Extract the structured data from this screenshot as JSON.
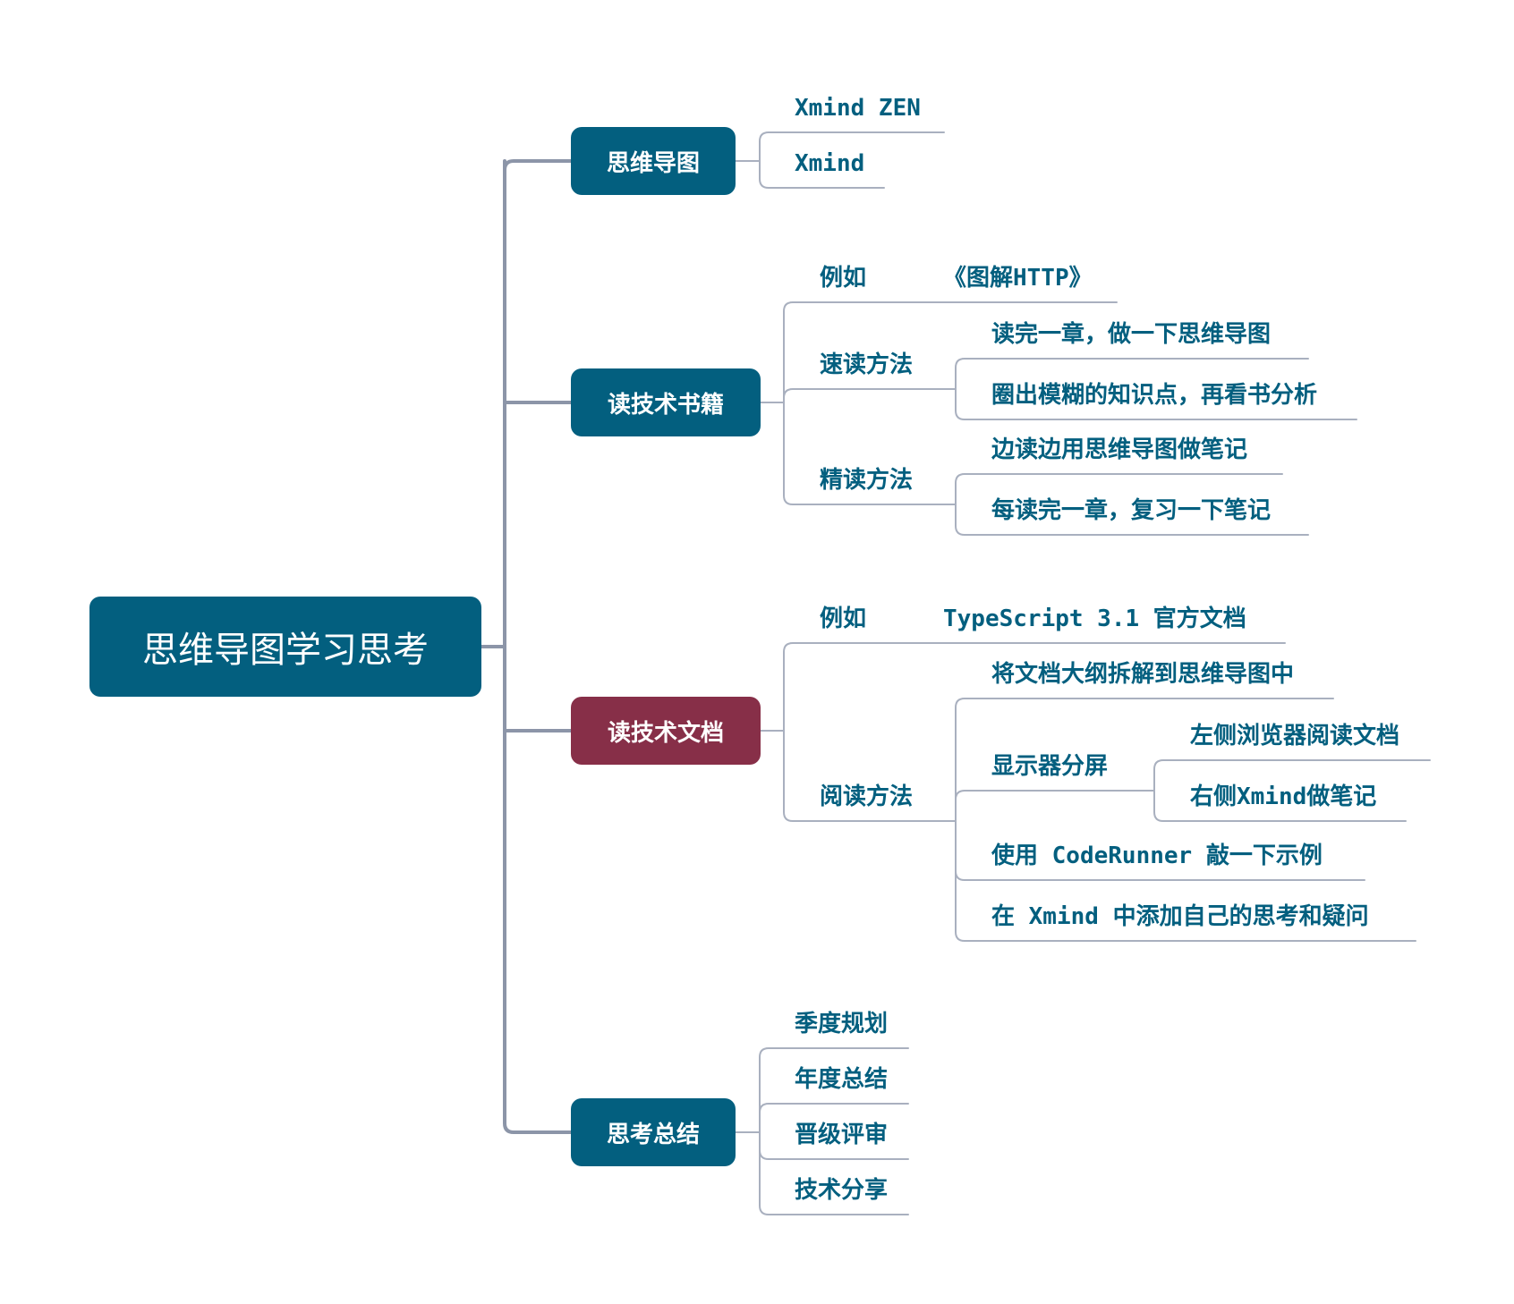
{
  "root": {
    "label": "思维导图学习思考"
  },
  "branches": [
    {
      "label": "思维导图",
      "children": [
        "Xmind ZEN",
        "Xmind"
      ]
    },
    {
      "label": "读技术书籍",
      "example": {
        "label": "例如",
        "value": "《图解HTTP》"
      },
      "speed_reading": {
        "label": "速读方法",
        "items": [
          "读完一章，做一下思维导图",
          "圈出模糊的知识点，再看书分析"
        ]
      },
      "close_reading": {
        "label": "精读方法",
        "items": [
          "边读边用思维导图做笔记",
          "每读完一章，复习一下笔记"
        ]
      }
    },
    {
      "label": "读技术文档",
      "example": {
        "label": "例如",
        "value": "TypeScript 3.1 官方文档"
      },
      "reading": {
        "label": "阅读方法",
        "item1": "将文档大纲拆解到思维导图中",
        "split": {
          "label": "显示器分屏",
          "items": [
            "左侧浏览器阅读文档",
            "右侧Xmind做笔记"
          ]
        },
        "item3": "使用 CodeRunner 敲一下示例",
        "item4": "在 Xmind 中添加自己的思考和疑问"
      }
    },
    {
      "label": "思考总结",
      "children": [
        "季度规划",
        "年度总结",
        "晋级评审",
        "技术分享"
      ]
    }
  ],
  "colors": {
    "primary": "#035f7f",
    "accent": "#872f48",
    "connector_main": "#8c95a8",
    "connector_sub": "#a9b0bf"
  }
}
